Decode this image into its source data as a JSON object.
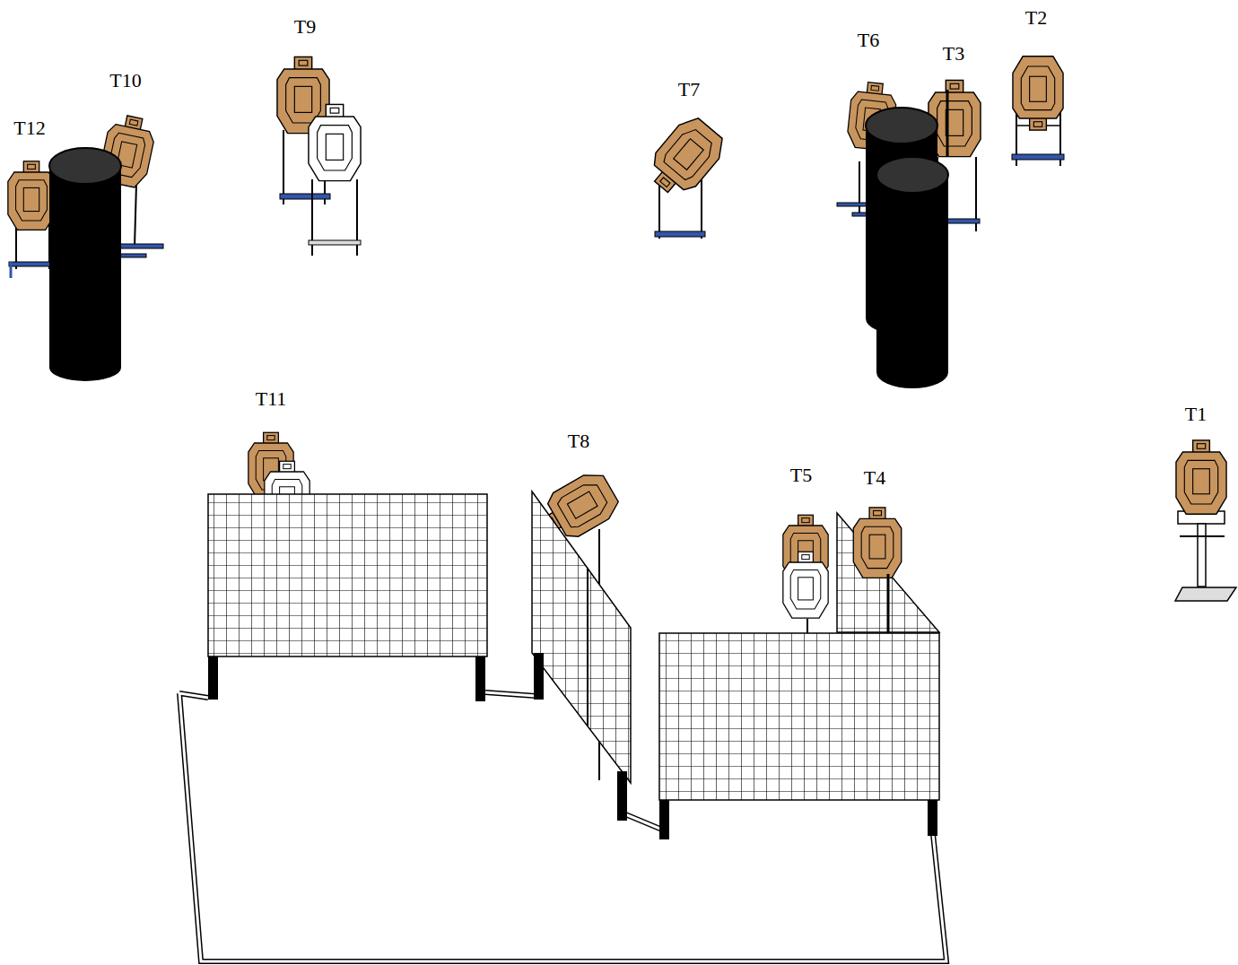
{
  "diagram": {
    "labels": [
      "T2",
      "T9",
      "T6",
      "T3",
      "T10",
      "T7",
      "T12",
      "T11",
      "T1",
      "T8",
      "T5",
      "T4"
    ]
  }
}
